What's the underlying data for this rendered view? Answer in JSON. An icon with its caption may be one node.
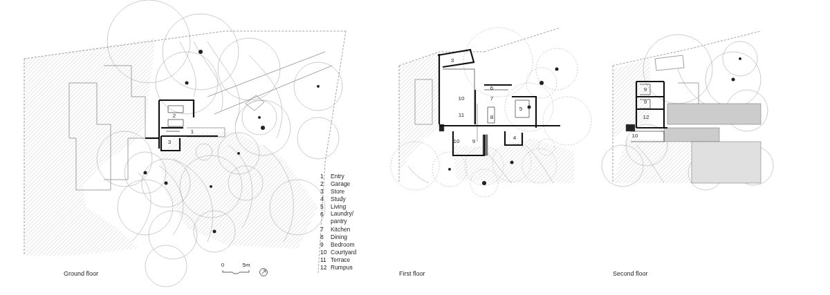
{
  "diagram": {
    "labels": [
      "2",
      "1",
      "3",
      "3",
      "6",
      "10",
      "7",
      "5",
      "11",
      "8",
      "10",
      "9",
      "4",
      "9",
      "9",
      "12",
      "10",
      "1",
      "Entry",
      "2",
      "Garage",
      "3",
      "Store",
      "4",
      "Study",
      "5",
      "Living",
      "6",
      "Laundry/ pantry",
      "7",
      "Kitchen",
      "8",
      "Dining",
      "9",
      "Bedroom",
      "10",
      "Courtyard",
      "11",
      "Terrace",
      "12",
      "Rumpus",
      "Ground floor",
      "0",
      "5m",
      "First floor",
      "Second floor"
    ]
  }
}
